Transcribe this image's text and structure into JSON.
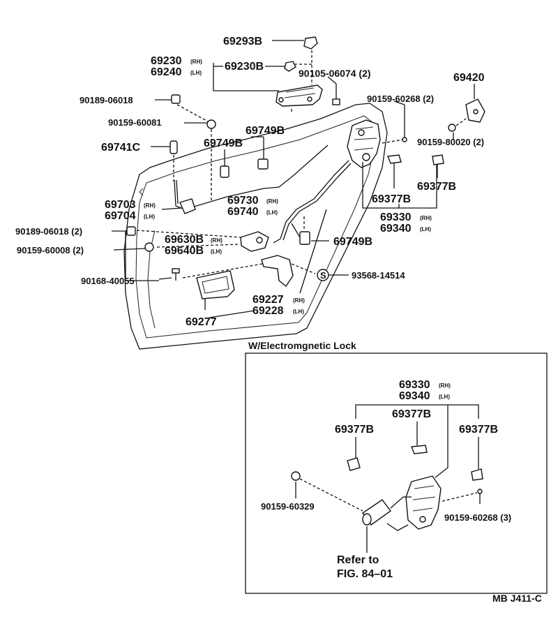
{
  "labels": {
    "p69293B": "69293B",
    "p69230_rh": "69230",
    "p69240_lh": "69240",
    "p69230B": "69230B",
    "p90105": "90105-06074 (2)",
    "p69420": "69420",
    "p90189_06018_top": "90189-06018",
    "p90159_60268_2": "90159-60268 (2)",
    "p90159_60081": "90159-60081",
    "p69749B_a": "69749B",
    "p90159_80020": "90159-80020 (2)",
    "p69741C": "69741C",
    "p69749B_b": "69749B",
    "p69377B_a": "69377B",
    "p69703": "69703",
    "p69704": "69704",
    "p69730": "69730",
    "p69740": "69740",
    "p69377B_b": "69377B",
    "p69330": "69330",
    "p69340": "69340",
    "p90189_06018_2": "90189-06018 (2)",
    "p69630B": "69630B",
    "p69640B": "69640B",
    "p69749B_c": "69749B",
    "p90159_60008": "90159-60008 (2)",
    "p93568": "93568-14514",
    "p90168": "90168-40055",
    "p69227": "69227",
    "p69228": "69228",
    "p69277": "69277",
    "inset_title": "W/Electromgnetic Lock",
    "in_69330": "69330",
    "in_69340": "69340",
    "in_69377B_l": "69377B",
    "in_69377B_m": "69377B",
    "in_69377B_r": "69377B",
    "in_90159_60329": "90159-60329",
    "in_90159_60268_3": "90159-60268 (3)",
    "in_refer": "Refer to",
    "in_fig": "FIG. 84–01",
    "code": "MB J411-C",
    "rh": "(RH)",
    "lh": "(LH)",
    "s_symbol": "S"
  }
}
